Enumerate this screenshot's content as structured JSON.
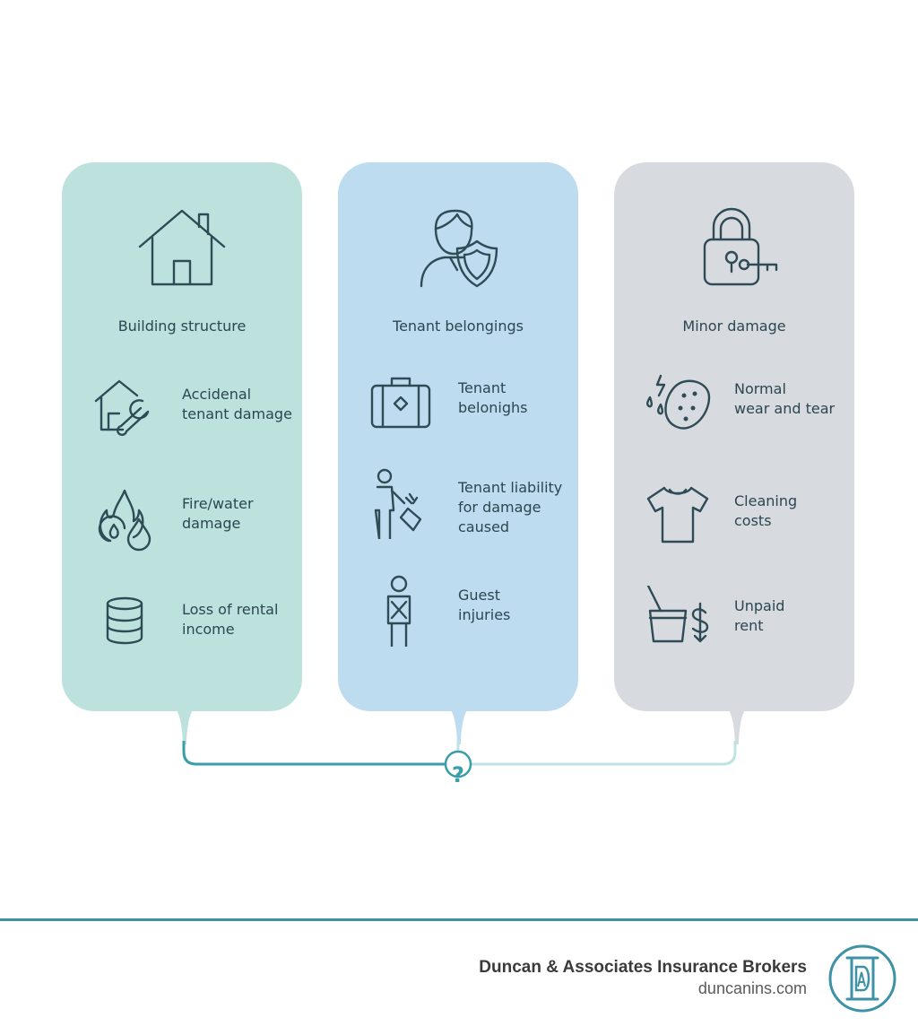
{
  "columns": [
    {
      "title": "Building structure",
      "icon": "house-icon",
      "color": "#bde2de",
      "items": [
        {
          "label": "Accidenal\ntenant damage",
          "icon": "house-wrench-icon"
        },
        {
          "label": "Fire/water\ndamage",
          "icon": "fire-water-icon"
        },
        {
          "label": "Loss of rental\nincome",
          "icon": "coin-stack-icon"
        }
      ]
    },
    {
      "title": "Tenant belongings",
      "icon": "person-shield-icon",
      "color": "#bddcf0",
      "items": [
        {
          "label": "Tenant\nbelonighs",
          "icon": "suitcase-icon"
        },
        {
          "label": "Tenant liability\nfor damage\ncaused",
          "icon": "person-breaking-icon"
        },
        {
          "label": "Guest\ninjuries",
          "icon": "injured-person-icon"
        }
      ]
    },
    {
      "title": "Minor damage",
      "icon": "padlock-key-icon",
      "color": "#d7dade",
      "items": [
        {
          "label": "Normal\nwear and tear",
          "icon": "sponge-icon"
        },
        {
          "label": "Cleaning\ncosts",
          "icon": "tshirt-icon"
        },
        {
          "label": "Unpaid\nrent",
          "icon": "bucket-dollar-icon"
        }
      ]
    }
  ],
  "connector": {
    "symbol": "?",
    "color": "#3a9ea8"
  },
  "footer": {
    "brand": "Duncan & Associates Insurance Brokers",
    "url": "duncanins.com",
    "accent": "#3d93a5"
  }
}
